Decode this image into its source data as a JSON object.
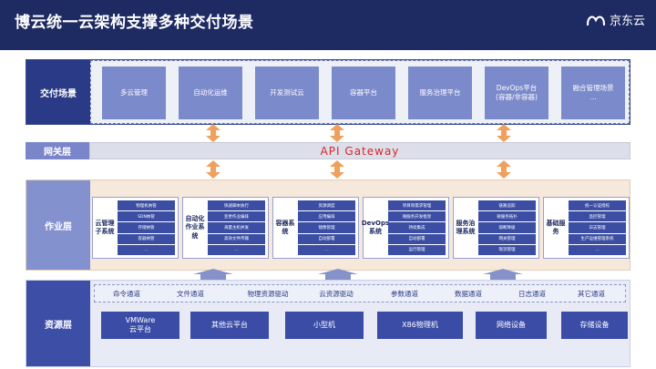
{
  "title": "博云统一云架构支撑多种交付场景",
  "brand": {
    "name": "京东云",
    "icon": "jd-cloud-logo-icon"
  },
  "layers": {
    "delivery": {
      "label": "交付场景",
      "scenes": [
        {
          "line1": "多云管理",
          "line2": ""
        },
        {
          "line1": "自动化运维",
          "line2": ""
        },
        {
          "line1": "开发测试云",
          "line2": ""
        },
        {
          "line1": "容器平台",
          "line2": ""
        },
        {
          "line1": "服务治理平台",
          "line2": ""
        },
        {
          "line1": "DevOps平台",
          "line2": "(容器/非容器)"
        },
        {
          "line1": "融合管理场景",
          "line2": "…"
        }
      ]
    },
    "gateway": {
      "label": "网关层",
      "text": "API  Gateway"
    },
    "job": {
      "label": "作业层",
      "systems": [
        {
          "name": "云管理子系统",
          "items": [
            "物理机纳管",
            "SDN纳管",
            "存储纳管",
            "容器纳管",
            "…"
          ]
        },
        {
          "name": "自动化作业系统",
          "items": [
            "快速脚本执行",
            "变更作业编排",
            "海量主机并发",
            "高效文件传输",
            "…"
          ]
        },
        {
          "name": "容器系统",
          "items": [
            "资源调度",
            "应用编排",
            "镜像管理",
            "自动部署",
            "…"
          ]
        },
        {
          "name": "DevOps系统",
          "items": [
            "项目和需求管理",
            "微服务开发框架",
            "持续集成",
            "自动部署",
            "运行管理"
          ]
        },
        {
          "name": "服务治理系统",
          "items": [
            "链路追踪",
            "微服务拓扑",
            "熔断降级",
            "网关管理",
            "限流管理"
          ]
        },
        {
          "name": "基础服务",
          "items": [
            "统一认证授权",
            "监控管理",
            "日志管理",
            "生产运维管理系统",
            "…"
          ]
        }
      ]
    },
    "resource": {
      "label": "资源层",
      "channels": [
        "命令通道",
        "文件通道",
        "物理资源驱动",
        "云资源驱动",
        "参数通道",
        "数据通道",
        "日志通道",
        "其它通道"
      ],
      "resources": [
        {
          "line1": "VMWare",
          "line2": "云平台"
        },
        {
          "line1": "其他云平台",
          "line2": ""
        },
        {
          "line1": "小型机",
          "line2": ""
        },
        {
          "line1": "X86物理机",
          "line2": ""
        },
        {
          "line1": "网络设备",
          "line2": ""
        },
        {
          "line1": "存储设备",
          "line2": ""
        }
      ]
    }
  },
  "colors": {
    "background": "#1e2a62",
    "accent": "#3b4ea3",
    "arrow": "#f0a05c",
    "gateway_text": "#d9252f"
  }
}
